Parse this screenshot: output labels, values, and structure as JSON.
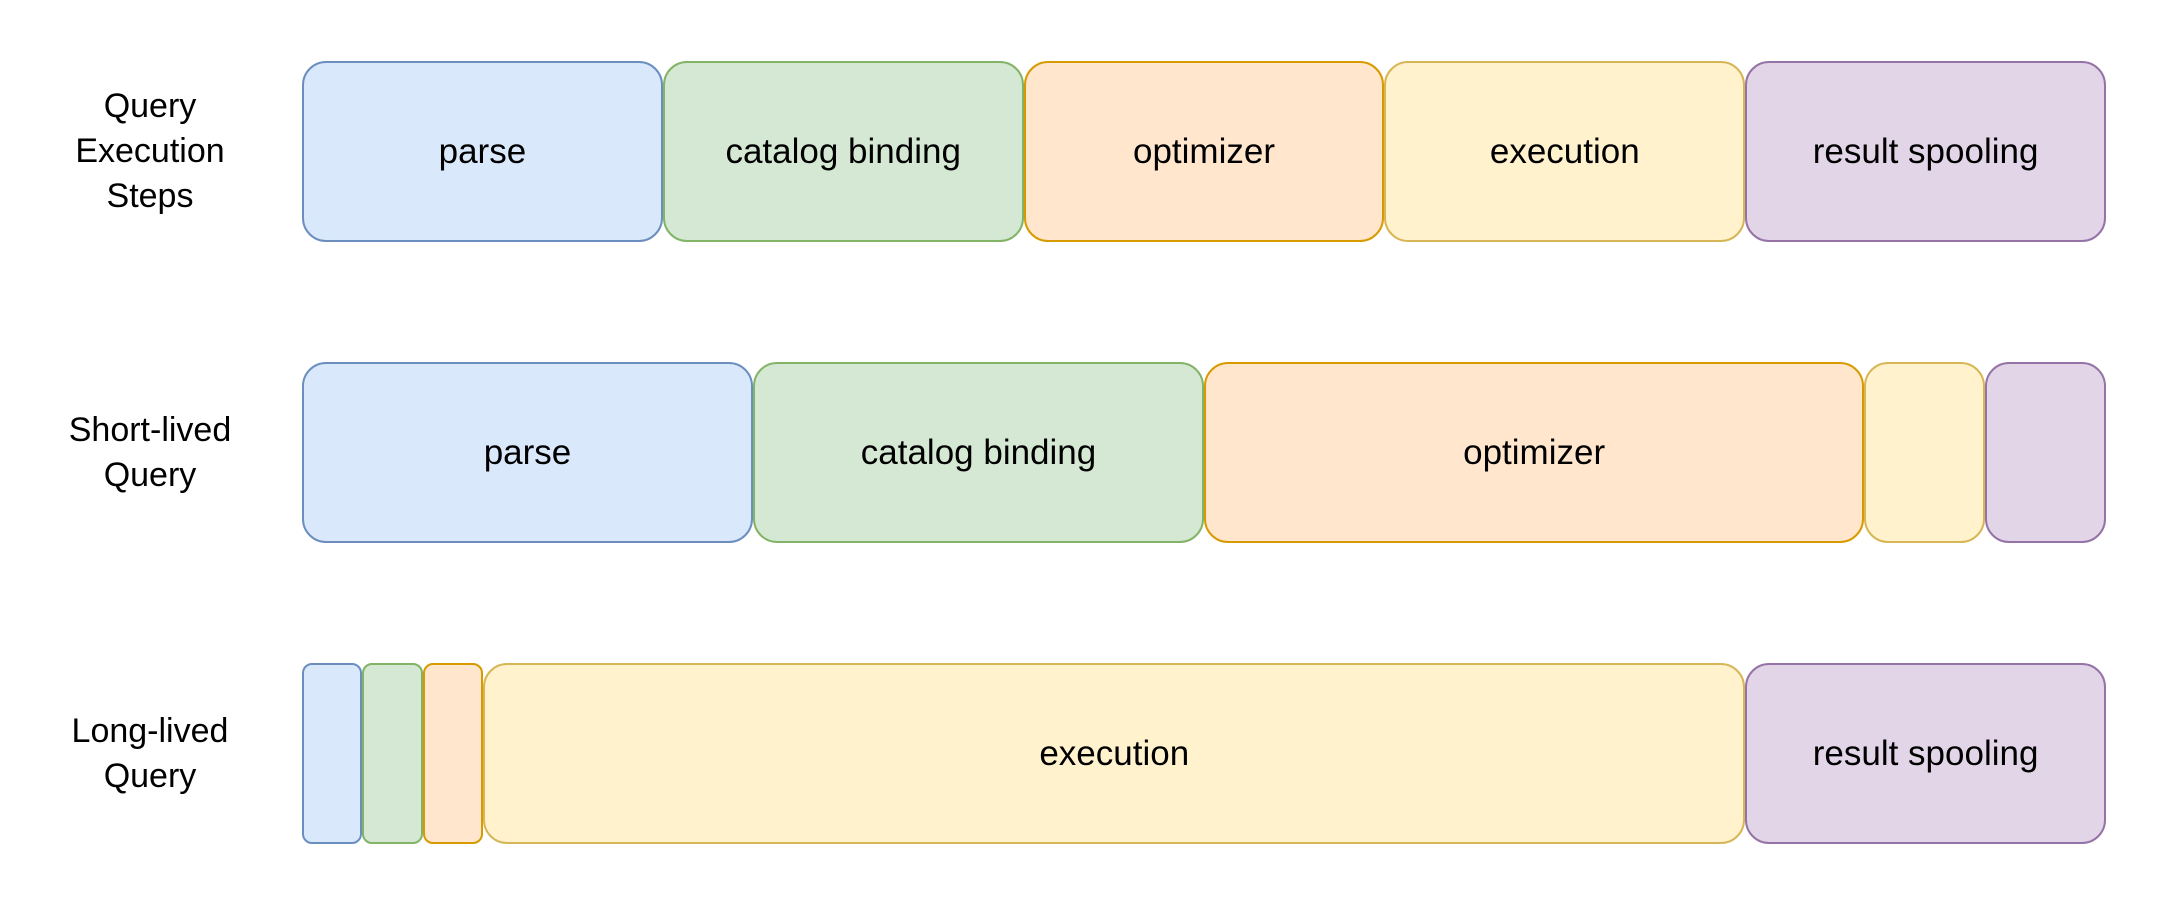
{
  "rows": [
    {
      "label": [
        "Query",
        "Execution",
        "Steps"
      ],
      "segments": [
        {
          "key": "parse",
          "label": "parse",
          "weight": 1
        },
        {
          "key": "catalog-binding",
          "label": "catalog binding",
          "weight": 1
        },
        {
          "key": "optimizer",
          "label": "optimizer",
          "weight": 1
        },
        {
          "key": "execution",
          "label": "execution",
          "weight": 1
        },
        {
          "key": "result-spooling",
          "label": "result spooling",
          "weight": 1
        }
      ]
    },
    {
      "label": [
        "Short-lived",
        "Query"
      ],
      "segments": [
        {
          "key": "parse",
          "label": "parse",
          "weight": 25
        },
        {
          "key": "catalog-binding",
          "label": "catalog binding",
          "weight": 25
        },
        {
          "key": "optimizer",
          "label": "optimizer",
          "weight": 36.6
        },
        {
          "key": "execution",
          "label": "",
          "weight": 6.7
        },
        {
          "key": "result-spooling",
          "label": "",
          "weight": 6.7
        }
      ]
    },
    {
      "label": [
        "Long-lived",
        "Query"
      ],
      "segments": [
        {
          "key": "parse",
          "label": "",
          "weight": 3.35
        },
        {
          "key": "catalog-binding",
          "label": "",
          "weight": 3.35
        },
        {
          "key": "optimizer",
          "label": "",
          "weight": 3.35
        },
        {
          "key": "execution",
          "label": "execution",
          "weight": 69.95
        },
        {
          "key": "result-spooling",
          "label": "result spooling",
          "weight": 20
        }
      ]
    }
  ],
  "colors": {
    "parse": {
      "fill": "#dae8fc",
      "stroke": "#6c8ebf"
    },
    "catalog-binding": {
      "fill": "#d5e8d4",
      "stroke": "#82b366"
    },
    "optimizer": {
      "fill": "#ffe6cc",
      "stroke": "#d79b00"
    },
    "execution": {
      "fill": "#fff2cc",
      "stroke": "#d6b656"
    },
    "result-spooling": {
      "fill": "#e1d5e7",
      "stroke": "#9673a6"
    }
  }
}
